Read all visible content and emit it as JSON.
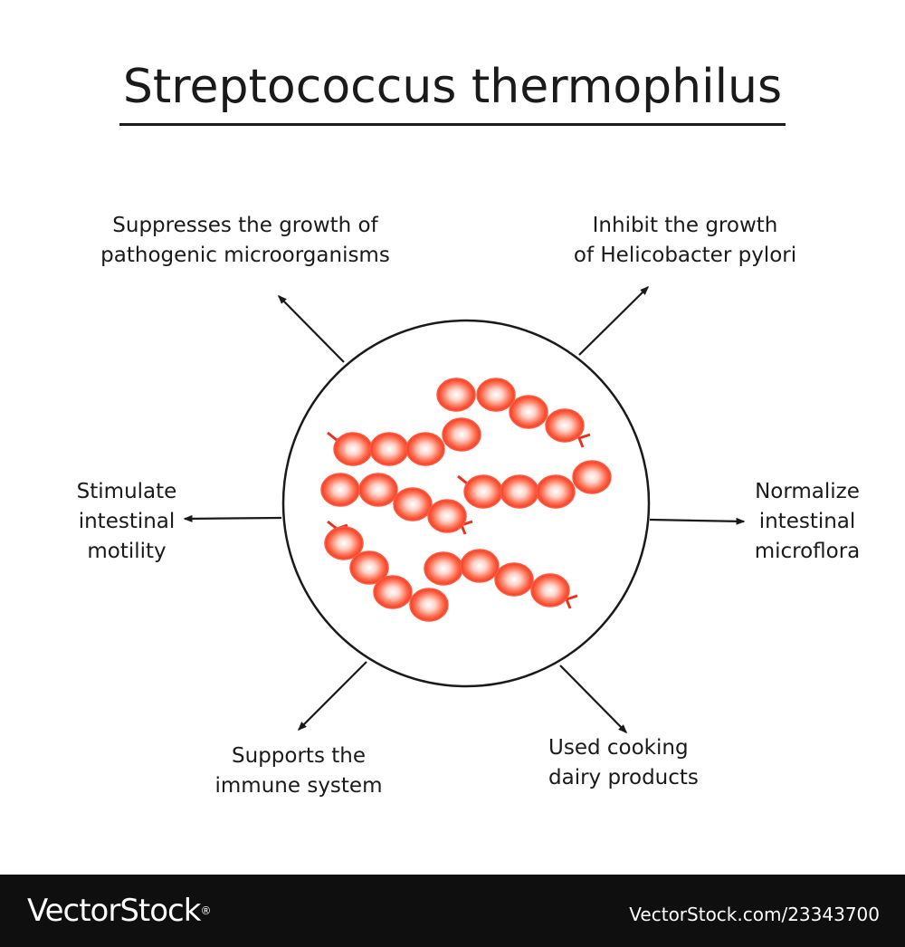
{
  "title": "Streptococcus thermophilus",
  "effects": {
    "top_left": {
      "line1": "Suppresses the growth of",
      "line2": "pathogenic microorganisms"
    },
    "top_right": {
      "line1": "Inhibit the growth",
      "line2": "of Helicobacter pylori"
    },
    "left": {
      "line1": "Stimulate",
      "line2": "intestinal",
      "line3": "motility"
    },
    "right": {
      "line1": "Normalize",
      "line2": "intestinal",
      "line3": "microflora"
    },
    "bottom_left": {
      "line1": "Supports the",
      "line2": "immune system"
    },
    "bottom_right": {
      "line1": "Used cooking",
      "line2": "dairy products"
    }
  },
  "colors": {
    "cell_fill": "#ff5a40",
    "cell_edge": "#e8321f",
    "line": "#1a1a1a"
  },
  "footer": {
    "brand": "VectorStock",
    "registered": "®",
    "stock_id": "VectorStock.com/23343700"
  }
}
